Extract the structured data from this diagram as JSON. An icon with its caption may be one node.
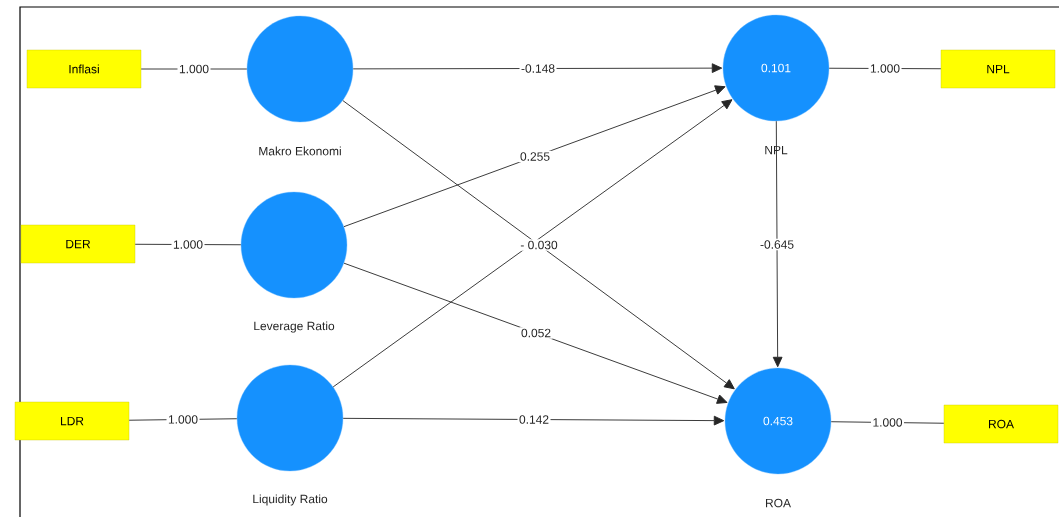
{
  "diagram": {
    "nodes": [
      {
        "text": [
          "Inflasi"
        ]
      },
      {
        "text": [
          "Makro Ekonomi"
        ]
      },
      {
        "text": [
          "0.101",
          "NPL"
        ]
      },
      {
        "text": [
          "NPL"
        ]
      },
      {
        "text": [
          "DER"
        ]
      },
      {
        "text": [
          "Leverage Ratio"
        ]
      },
      {
        "text": [
          "LDR"
        ]
      },
      {
        "text": [
          "Liquidity Ratio"
        ]
      },
      {
        "text": [
          "0.453",
          "ROA"
        ]
      },
      {
        "text": [
          "ROA"
        ]
      }
    ],
    "edges": [
      {
        "from": 0,
        "to": 1,
        "arrow": "none",
        "label": "1.000"
      },
      {
        "from": 1,
        "to": 2,
        "arrow": "to",
        "label": "-0.148"
      },
      {
        "from": 2,
        "to": 3,
        "arrow": "none",
        "label": "1.000"
      },
      {
        "from": 4,
        "to": 5,
        "arrow": "none",
        "label": "1.000"
      },
      {
        "from": 5,
        "to": 2,
        "arrow": "to",
        "label": "0.255"
      },
      {
        "from": 1,
        "to": 8,
        "arrow": "to",
        "label": "- 0.030"
      },
      {
        "from": 7,
        "to": 2,
        "arrow": "to"
      },
      {
        "from": 6,
        "to": 7,
        "arrow": "none",
        "label": "1.000"
      },
      {
        "from": 5,
        "to": 8,
        "arrow": "to",
        "label": "0.052"
      },
      {
        "from": 7,
        "to": 8,
        "arrow": "to",
        "label": "0.142"
      },
      {
        "from": 2,
        "to": 8,
        "arrow": "to",
        "label": "-0.645"
      },
      {
        "from": 8,
        "to": 9,
        "arrow": "none",
        "label": "1.000"
      }
    ]
  }
}
